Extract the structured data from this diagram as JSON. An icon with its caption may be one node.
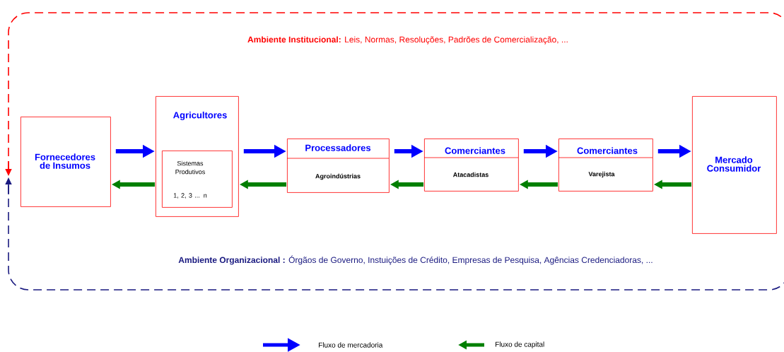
{
  "diagram": {
    "nodes": [
      {
        "text": [
          "Fornecedores de Insumos"
        ]
      },
      {
        "text": [
          "Agricultores"
        ]
      },
      {
        "text": [
          "Sistemas Produtivos",
          "1, 2, 3 ... n"
        ],
        "in": 1
      },
      {
        "text": [
          "Processadores",
          "Agroindústrias"
        ]
      },
      {
        "text": [
          "Comerciantes",
          "Atacadistas"
        ]
      },
      {
        "text": [
          "Comerciantes",
          "Varejista"
        ]
      },
      {
        "text": [
          "Mercado Consumidor"
        ]
      }
    ],
    "edges": [
      {
        "from": 0,
        "to": 1,
        "arrow": "to",
        "color": "#0000ff"
      },
      {
        "from": 1,
        "to": 3,
        "arrow": "to",
        "color": "#0000ff"
      },
      {
        "from": 3,
        "to": 4,
        "arrow": "to",
        "color": "#0000ff"
      },
      {
        "from": 4,
        "to": 5,
        "arrow": "to",
        "color": "#0000ff"
      },
      {
        "from": 5,
        "to": 6,
        "arrow": "to",
        "color": "#0000ff"
      },
      {
        "from": 1,
        "to": 0,
        "arrow": "to",
        "color": "#007f00"
      },
      {
        "from": 3,
        "to": 1,
        "arrow": "to",
        "color": "#007f00"
      },
      {
        "from": 4,
        "to": 3,
        "arrow": "to",
        "color": "#007f00"
      },
      {
        "from": 5,
        "to": 4,
        "arrow": "to",
        "color": "#007f00"
      },
      {
        "from": 6,
        "to": 5,
        "arrow": "to",
        "color": "#007f00"
      }
    ],
    "labels": [
      "**Ambiente Institucional:** Leis, Normas, Resoluções, Padrões de Comercialização, ...",
      "**Ambiente Organizacional :** Órgãos de Governo, Instuições de Crédito, Empresas de Pesquisa, Agências Credenciadoras, ..."
    ],
    "legend": [
      {
        "text": "Fluxo de mercadoria"
      },
      {
        "text": "Fluxo de capital"
      }
    ]
  }
}
